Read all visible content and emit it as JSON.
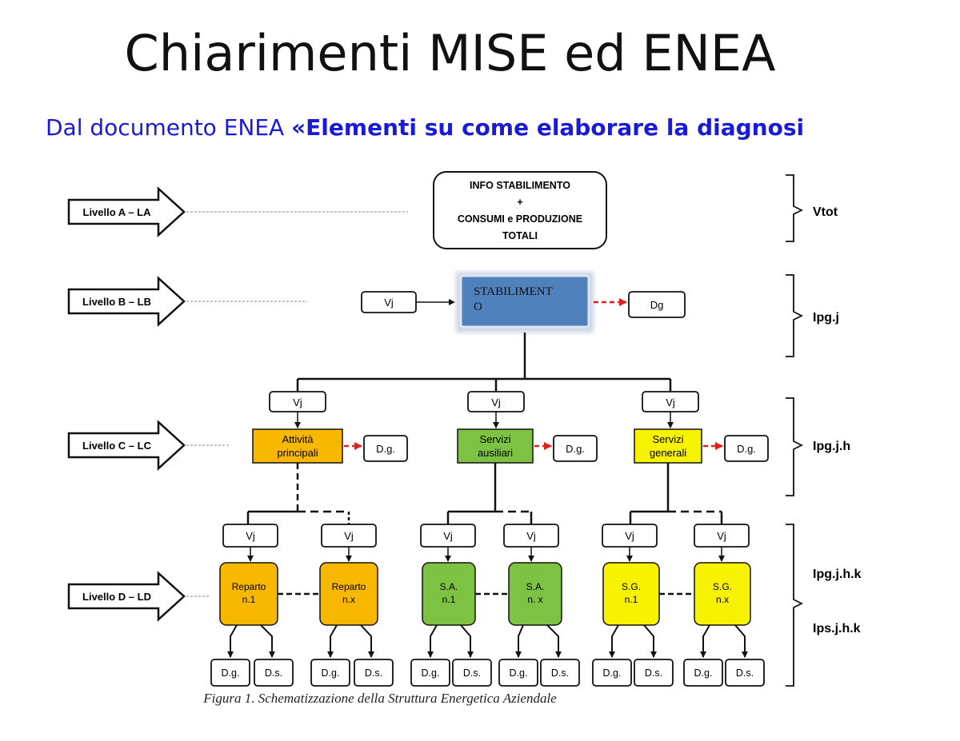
{
  "title": "Chiarimenti MISE ed ENEA",
  "subtitle": {
    "prefix": "Dal documento ENEA ",
    "bold": "«Elementi su come elaborare la diagnosi"
  },
  "diagram": {
    "levels": [
      "Livello A – LA",
      "Livello B – LB",
      "Livello C – LC",
      "Livello D – LD"
    ],
    "info_box": {
      "line1": "INFO STABILIMENTO",
      "line2": "+",
      "line3": "CONSUMI e PRODUZIONE",
      "line4": "TOTALI"
    },
    "stabilimento": {
      "line1": "STABILIMENT",
      "line2": "O"
    },
    "vj": "Vj",
    "dg_level_b": "Dg",
    "dg": "D.g.",
    "ds": "D.s.",
    "level_c": [
      {
        "line1": "Attività",
        "line2": "principali",
        "color": "#f9b800"
      },
      {
        "line1": "Servizi",
        "line2": "ausiliari",
        "color": "#7dc242"
      },
      {
        "line1": "Servizi",
        "line2": "generali",
        "color": "#f7f200"
      }
    ],
    "level_d": [
      {
        "line1": "Reparto",
        "line2": "n.1",
        "color": "#f9b800"
      },
      {
        "line1": "Reparto",
        "line2": "n.x",
        "color": "#f9b800"
      },
      {
        "line1": "S.A.",
        "line2": "n.1",
        "color": "#7dc242"
      },
      {
        "line1": "S.A.",
        "line2": "n. x",
        "color": "#7dc242"
      },
      {
        "line1": "S.G.",
        "line2": "n.1",
        "color": "#f7f200"
      },
      {
        "line1": "S.G.",
        "line2": "n.x",
        "color": "#f7f200"
      }
    ],
    "right_labels": {
      "a": "Vtot",
      "b": "Ipg.j",
      "c": "Ipg.j.h",
      "d1": "Ipg.j.h.k",
      "d2": "Ips.j.h.k"
    },
    "caption": "Figura 1. Schematizzazione della Struttura Energetica Aziendale",
    "colors": {
      "stabilimento": "#4f81bd",
      "arrow_red": "#e02020"
    }
  }
}
